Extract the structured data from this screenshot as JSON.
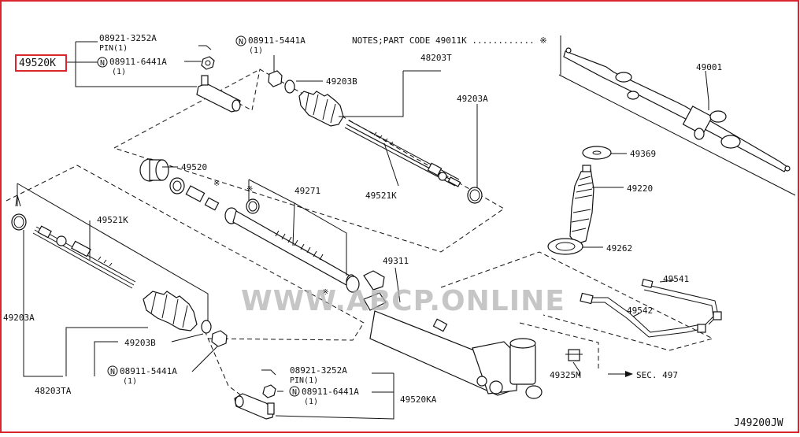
{
  "diagram": {
    "id_code": "J49200JW",
    "notes": "NOTES;PART CODE 49011K ............ ※",
    "watermark": "WWW.ABCP.ONLINE",
    "sec_ref": "SEC. 497",
    "highlight_color": "#d9252e",
    "labels": {
      "p49520K": "49520K",
      "p08921_top": "08921-3252A",
      "pin_top": "PIN(1)",
      "p08911_6441_top": "08911-6441A",
      "qty1_a": "(1)",
      "p08911_5441_top": "08911-5441A",
      "qty1_b": "(1)",
      "p48203T": "48203T",
      "p49203B_top": "49203B",
      "p49203A_top": "49203A",
      "p49521K_top": "49521K",
      "p49520": "49520",
      "p49271": "49271",
      "p49521K_left": "49521K",
      "p49203A_left": "49203A",
      "p49203B_bottom": "49203B",
      "p48203TA": "48203TA",
      "p08911_5441_bottom": "08911-5441A",
      "qty1_c": "(1)",
      "p08921_bottom": "08921-3252A",
      "pin_bottom": "PIN(1)",
      "p08911_6441_bottom": "08911-6441A",
      "qty1_d": "(1)",
      "p49520KA": "49520KA",
      "p49311": "49311",
      "p49001": "49001",
      "p49369": "49369",
      "p49220": "49220",
      "p49262": "49262",
      "p49541": "49541",
      "p49542": "49542",
      "p49325M": "49325M"
    }
  }
}
